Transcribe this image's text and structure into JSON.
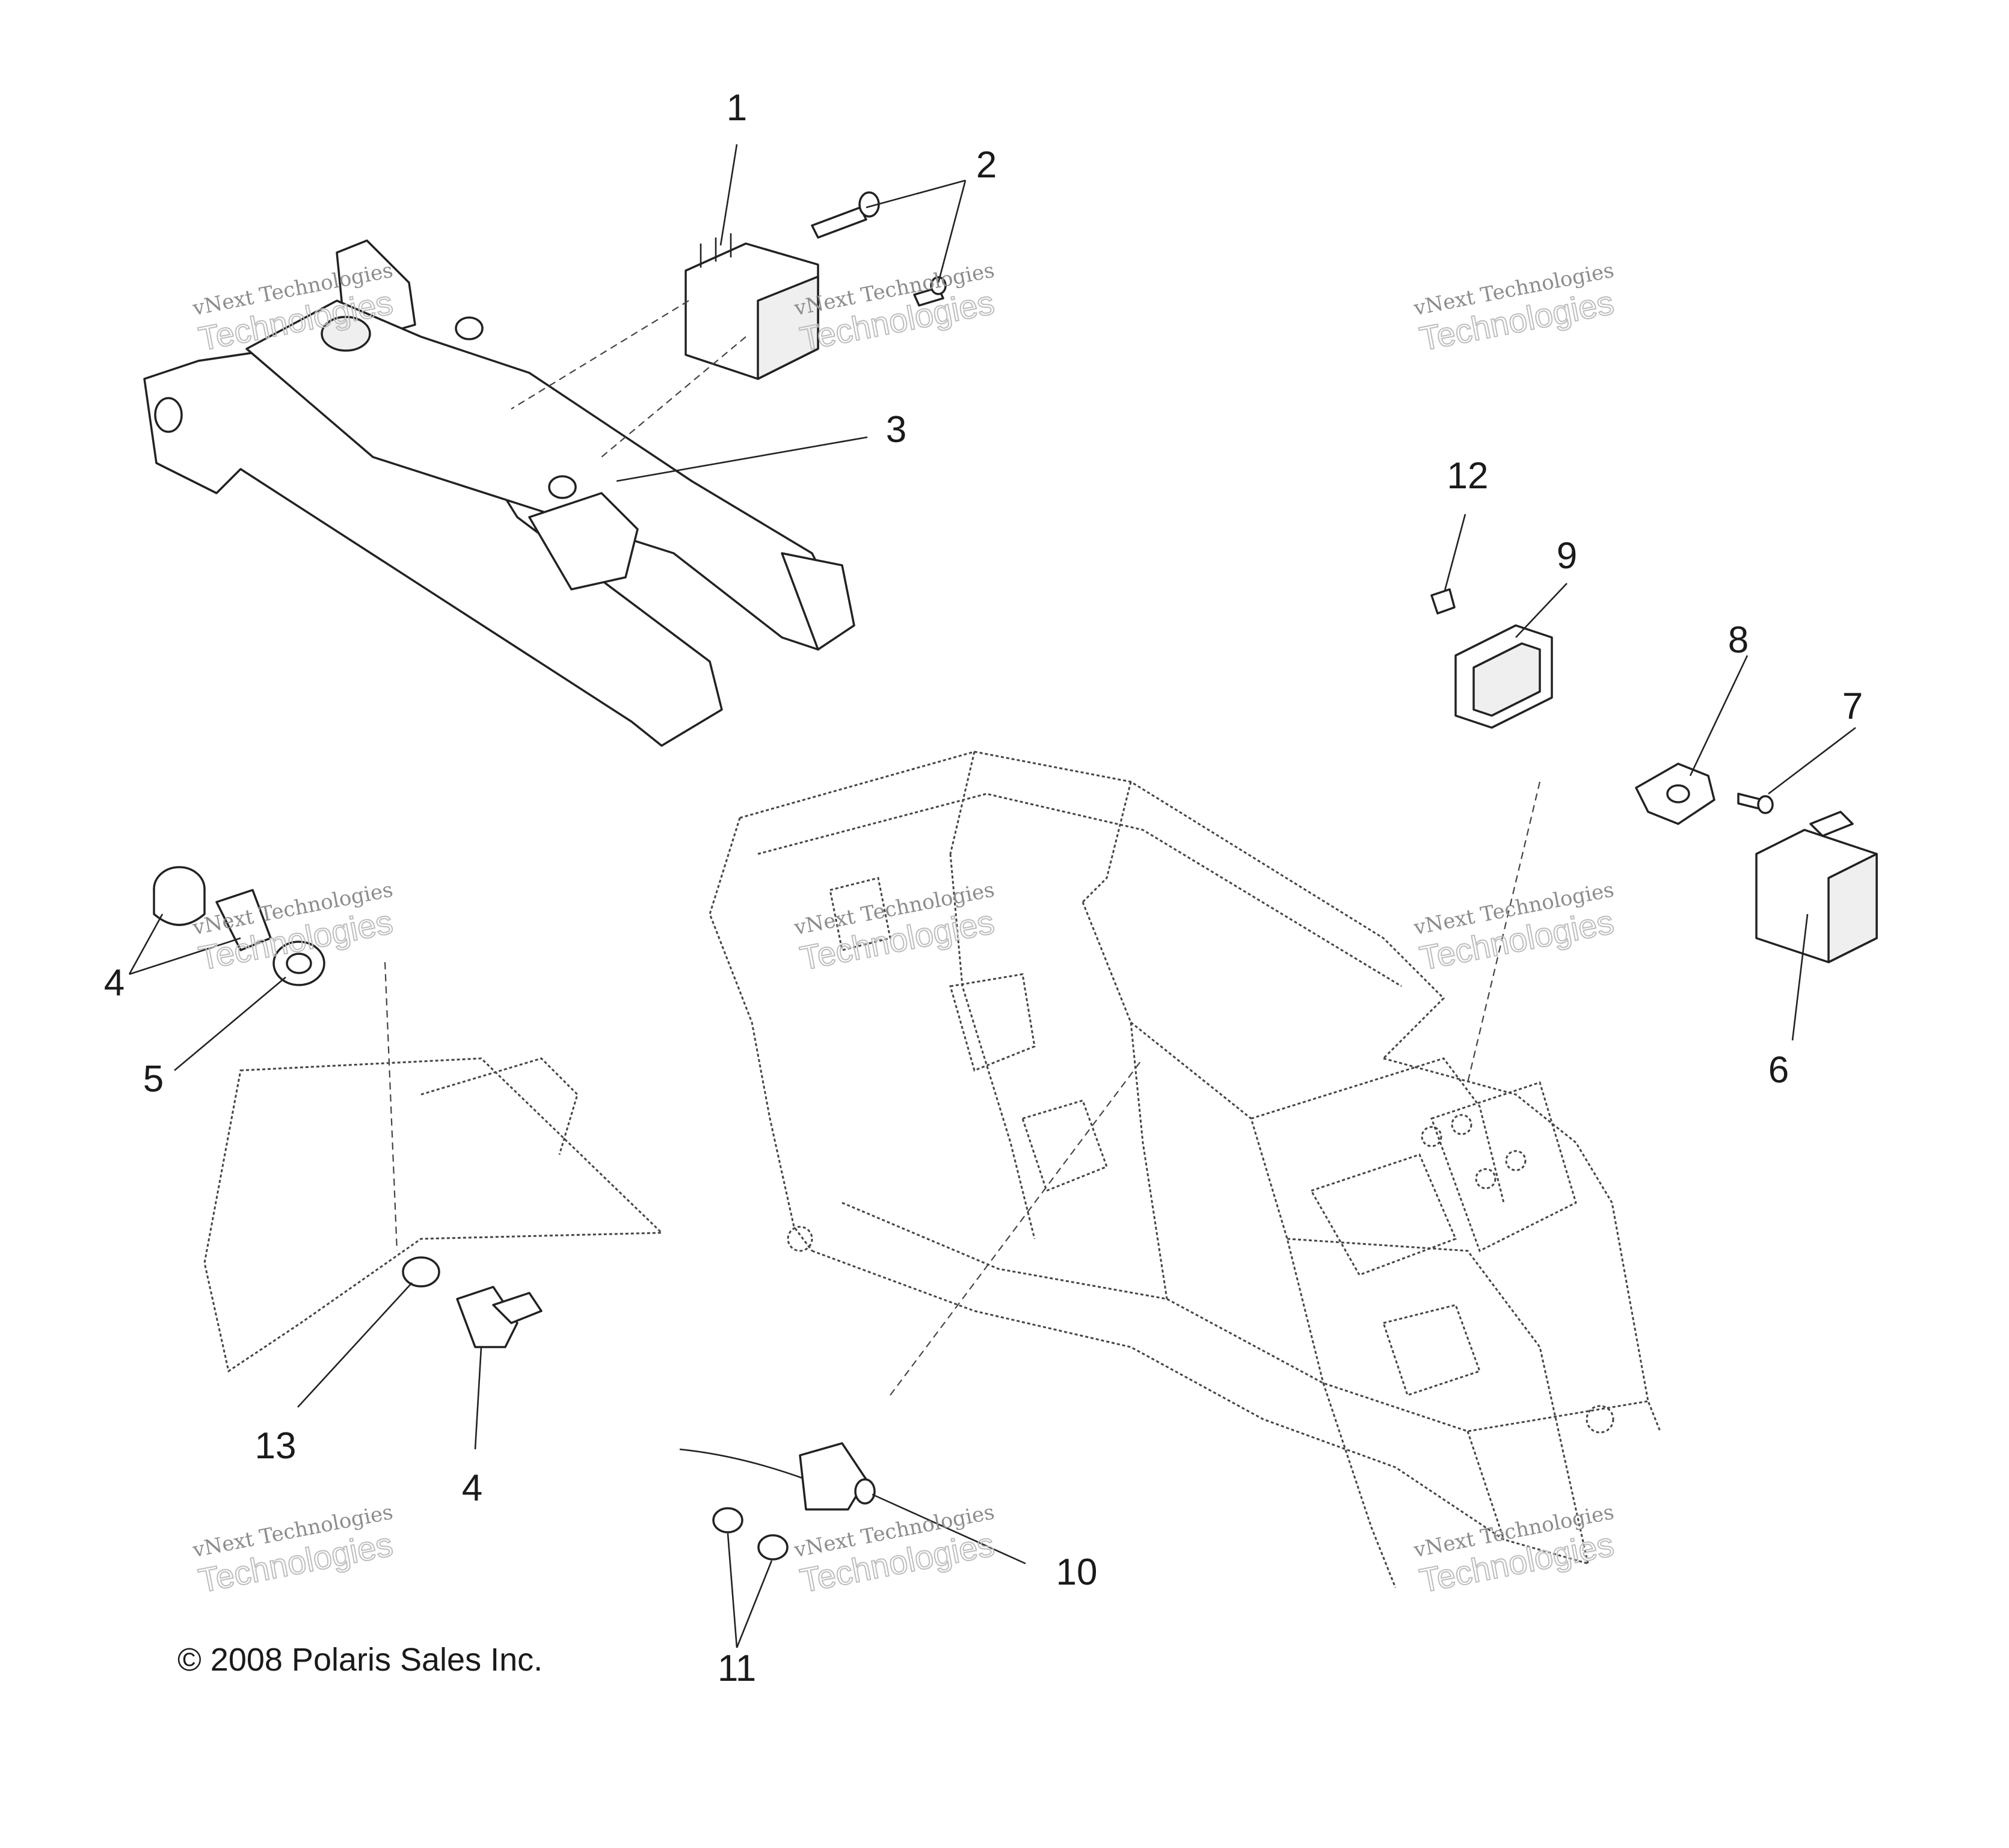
{
  "callouts": [
    "1",
    "2",
    "3",
    "4",
    "4",
    "5",
    "6",
    "7",
    "8",
    "9",
    "10",
    "11",
    "12",
    "13"
  ],
  "watermark": {
    "line1": "vNext Technologies",
    "line2": "Technologies",
    "overlay": "vNext"
  },
  "copyright": "© 2008 Polaris Sales Inc."
}
